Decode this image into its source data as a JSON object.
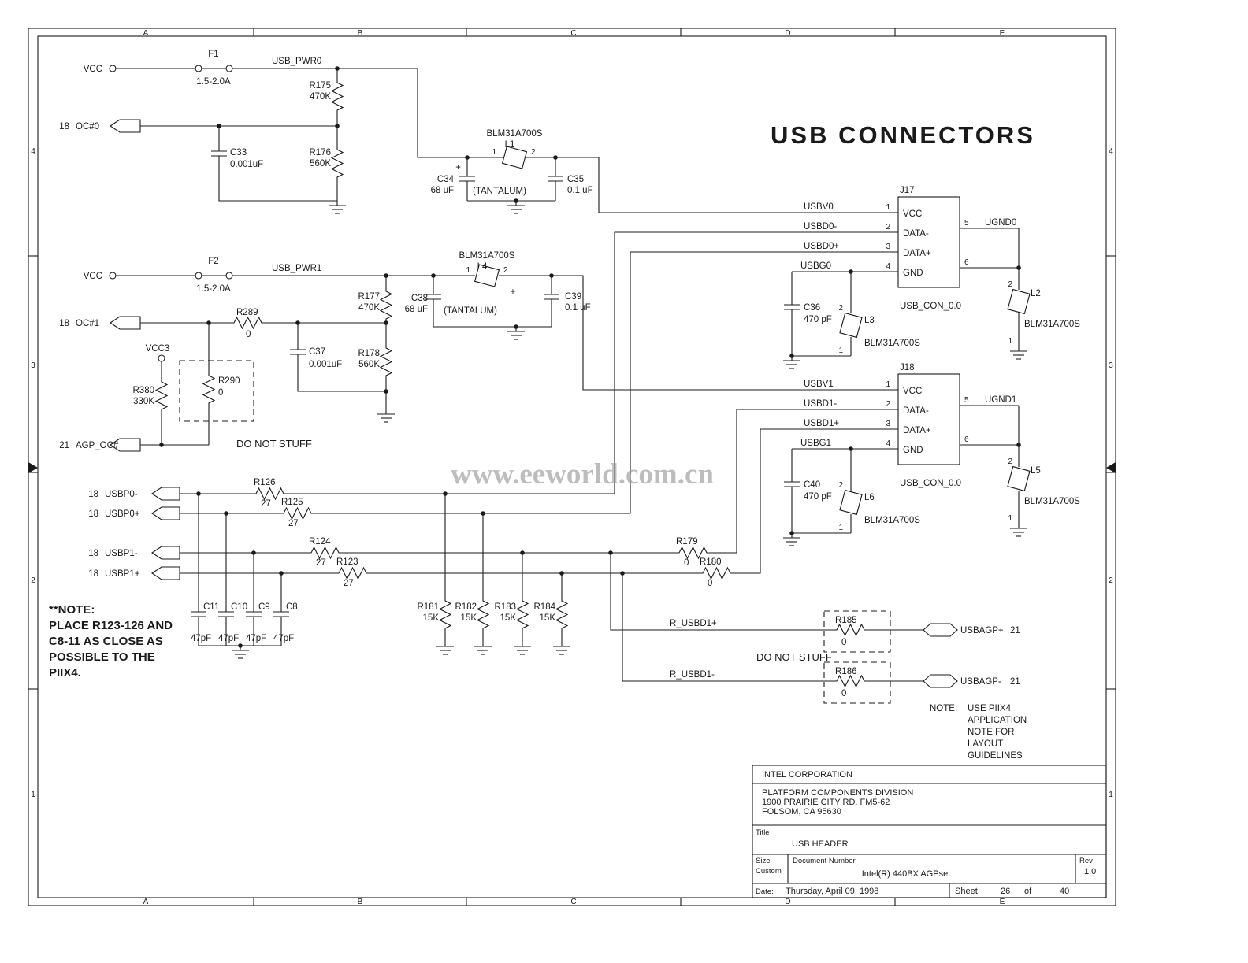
{
  "sheet": {
    "title": "USB CONNECTORS",
    "watermark": "www.eeworld.com.cn",
    "grid_cols": [
      "A",
      "B",
      "C",
      "D",
      "E"
    ],
    "grid_rows": [
      "4",
      "3",
      "2",
      "1"
    ]
  },
  "pwr0": {
    "vcc": "VCC",
    "fuse_ref": "F1",
    "fuse_val": "1.5-2.0A",
    "net": "USB_PWR0",
    "r175_ref": "R175",
    "r175_val": "470K",
    "r176_ref": "R176",
    "r176_val": "560K",
    "oc_pin": "18",
    "oc_name": "OC#0",
    "c33_ref": "C33",
    "c33_val": "0.001uF",
    "bead_part": "BLM31A700S",
    "bead_ref": "L1",
    "bead_pin1": "1",
    "bead_pin2": "2",
    "c34_plus": "+",
    "c34_ref": "C34",
    "c34_val": "68 uF",
    "c34_note": "(TANTALUM)",
    "c35_ref": "C35",
    "c35_val": "0.1 uF"
  },
  "pwr1": {
    "vcc": "VCC",
    "fuse_ref": "F2",
    "fuse_val": "1.5-2.0A",
    "net": "USB_PWR1",
    "r177_ref": "R177",
    "r177_val": "470K",
    "r178_ref": "R178",
    "r178_val": "560K",
    "oc_pin": "18",
    "oc_name": "OC#1",
    "r289_ref": "R289",
    "r289_val": "0",
    "c37_ref": "C37",
    "c37_val": "0.001uF",
    "bead_part": "BLM31A700S",
    "bead_ref": "L4",
    "bead_pin1": "1",
    "bead_pin2": "2",
    "c38_ref": "C38",
    "c38_val": "68 uF",
    "c38_note": "(TANTALUM)",
    "c39_plus": "+",
    "c39_ref": "C39",
    "c39_val": "0.1 uF",
    "vcc3": "VCC3",
    "r380_ref": "R380",
    "r380_val": "330K",
    "r290_ref": "R290",
    "r290_val": "0",
    "agp_pin": "21",
    "agp_name": "AGP_OC#",
    "dns": "DO NOT STUFF"
  },
  "usb_inputs": [
    {
      "pin": "18",
      "name": "USBP0-"
    },
    {
      "pin": "18",
      "name": "USBP0+"
    },
    {
      "pin": "18",
      "name": "USBP1-"
    },
    {
      "pin": "18",
      "name": "USBP1+"
    }
  ],
  "series_resistors": [
    {
      "ref": "R126",
      "val": "27"
    },
    {
      "ref": "R125",
      "val": "27"
    },
    {
      "ref": "R124",
      "val": "27"
    },
    {
      "ref": "R123",
      "val": "27"
    }
  ],
  "bypass_caps": [
    {
      "ref": "C11",
      "val": "47pF"
    },
    {
      "ref": "C10",
      "val": "47pF"
    },
    {
      "ref": "C9",
      "val": "47pF"
    },
    {
      "ref": "C8",
      "val": "47pF"
    }
  ],
  "pulldown_resistors": [
    {
      "ref": "R181",
      "val": "15K"
    },
    {
      "ref": "R182",
      "val": "15K"
    },
    {
      "ref": "R183",
      "val": "15K"
    },
    {
      "ref": "R184",
      "val": "15K"
    }
  ],
  "zero_resistors": [
    {
      "ref": "R179",
      "val": "0"
    },
    {
      "ref": "R180",
      "val": "0"
    }
  ],
  "j17": {
    "ref": "J17",
    "part": "USB_CON_0.0",
    "pin_nums": [
      "1",
      "2",
      "3",
      "4"
    ],
    "pin_names": [
      "VCC",
      "DATA-",
      "DATA+",
      "GND"
    ],
    "right_pins": [
      "5",
      "6"
    ],
    "nets": [
      "USBV0",
      "USBD0-",
      "USBD0+",
      "USBG0"
    ],
    "ugnd": "UGND0",
    "cap_ref": "C36",
    "cap_val": "470 pF",
    "bead1_ref": "L3",
    "bead1_part": "BLM31A700S",
    "bead2_ref": "L2",
    "bead2_part": "BLM31A700S",
    "bead_pin_top": "2",
    "bead_pin_bot": "1"
  },
  "j18": {
    "ref": "J18",
    "part": "USB_CON_0.0",
    "pin_nums": [
      "1",
      "2",
      "3",
      "4"
    ],
    "pin_names": [
      "VCC",
      "DATA-",
      "DATA+",
      "GND"
    ],
    "right_pins": [
      "5",
      "6"
    ],
    "nets": [
      "USBV1",
      "USBD1-",
      "USBD1+",
      "USBG1"
    ],
    "ugnd": "UGND1",
    "cap_ref": "C40",
    "cap_val": "470 pF",
    "bead1_ref": "L6",
    "bead1_part": "BLM31A700S",
    "bead2_ref": "L5",
    "bead2_part": "BLM31A700S",
    "bead_pin_top": "2",
    "bead_pin_bot": "1"
  },
  "agp": {
    "net_plus": "R_USBD1+",
    "net_minus": "R_USBD1-",
    "r185_ref": "R185",
    "r185_val": "0",
    "r186_ref": "R186",
    "r186_val": "0",
    "out_plus": "USBAGP+",
    "out_plus_pin": "21",
    "out_minus": "USBAGP-",
    "out_minus_pin": "21",
    "dns": "DO NOT STUFF"
  },
  "note_left": {
    "l1": "**NOTE:",
    "l2": "PLACE R123-126 AND",
    "l3": "C8-11 AS CLOSE AS",
    "l4": "POSSIBLE TO THE",
    "l5": "PIIX4."
  },
  "note_right": {
    "head": "NOTE:",
    "l1": "USE PIIX4",
    "l2": "APPLICATION",
    "l3": "NOTE FOR",
    "l4": "LAYOUT",
    "l5": "GUIDELINES"
  },
  "titleblock": {
    "company": "INTEL CORPORATION",
    "division": "PLATFORM COMPONENTS DIVISION",
    "address1": "1900 PRAIRIE CITY RD. FM5-62",
    "address2": "FOLSOM, CA 95630",
    "title_label": "Title",
    "title": "USB HEADER",
    "size_label": "Size",
    "size": "Custom",
    "doc_label": "Document Number",
    "doc": "Intel(R) 440BX AGPset",
    "rev_label": "Rev",
    "rev": "1.0",
    "date_label": "Date:",
    "date": "Thursday, April 09, 1998",
    "sheet_label": "Sheet",
    "sheet_num": "26",
    "of": "of",
    "sheet_total": "40"
  }
}
